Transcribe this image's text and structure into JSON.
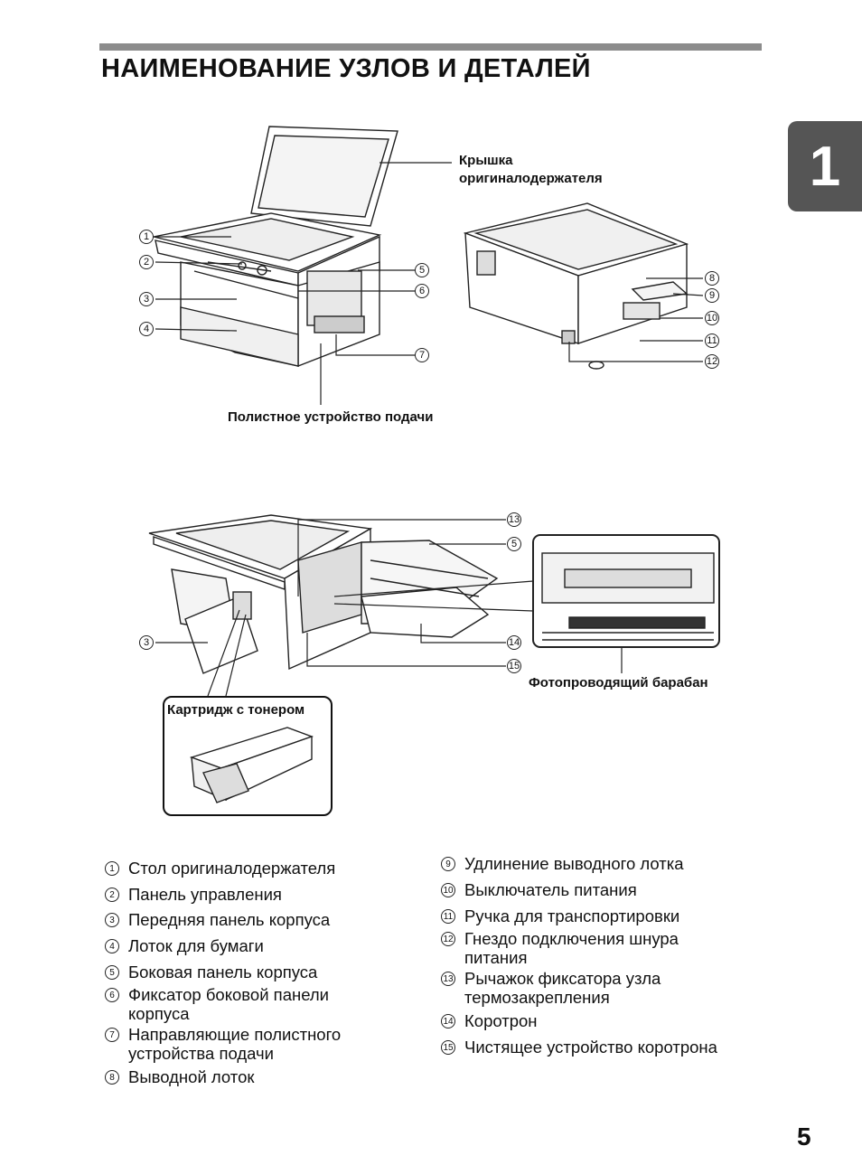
{
  "page": {
    "title": "НАИМЕНОВАНИЕ УЗЛОВ И ДЕТАЛЕЙ",
    "chapter": "1",
    "page_number": "5"
  },
  "illustration": {
    "cover_label": "Крышка\nоригиналодержателя",
    "bypass_label": "Полистное устройство подачи",
    "drum_label": "Фотопроводящий барабан",
    "toner_label": "Картридж с тонером",
    "callouts": [
      "1",
      "2",
      "3",
      "4",
      "5",
      "6",
      "7",
      "8",
      "9",
      "10",
      "11",
      "12",
      "13",
      "5",
      "3",
      "14",
      "15"
    ]
  },
  "legend": [
    {
      "num": "1",
      "text": "Стол оригиналодержателя"
    },
    {
      "num": "2",
      "text": "Панель управления"
    },
    {
      "num": "3",
      "text": "Передняя панель корпуса"
    },
    {
      "num": "4",
      "text": "Лоток для бумаги"
    },
    {
      "num": "5",
      "text": "Боковая панель корпуса"
    },
    {
      "num": "6",
      "text": "Фиксатор боковой панели корпуса"
    },
    {
      "num": "7",
      "text": "Направляющие полистного устройства подачи"
    },
    {
      "num": "8",
      "text": "Выводной лоток"
    },
    {
      "num": "9",
      "text": "Удлинение выводного лотка"
    },
    {
      "num": "10",
      "text": "Выключатель питания"
    },
    {
      "num": "11",
      "text": "Ручка для транспортировки"
    },
    {
      "num": "12",
      "text": "Гнездо подключения шнура питания"
    },
    {
      "num": "13",
      "text": "Рычажок фиксатора узла термозакрепления"
    },
    {
      "num": "14",
      "text": "Коротрон"
    },
    {
      "num": "15",
      "text": "Чистящее устройство коротрона"
    }
  ]
}
